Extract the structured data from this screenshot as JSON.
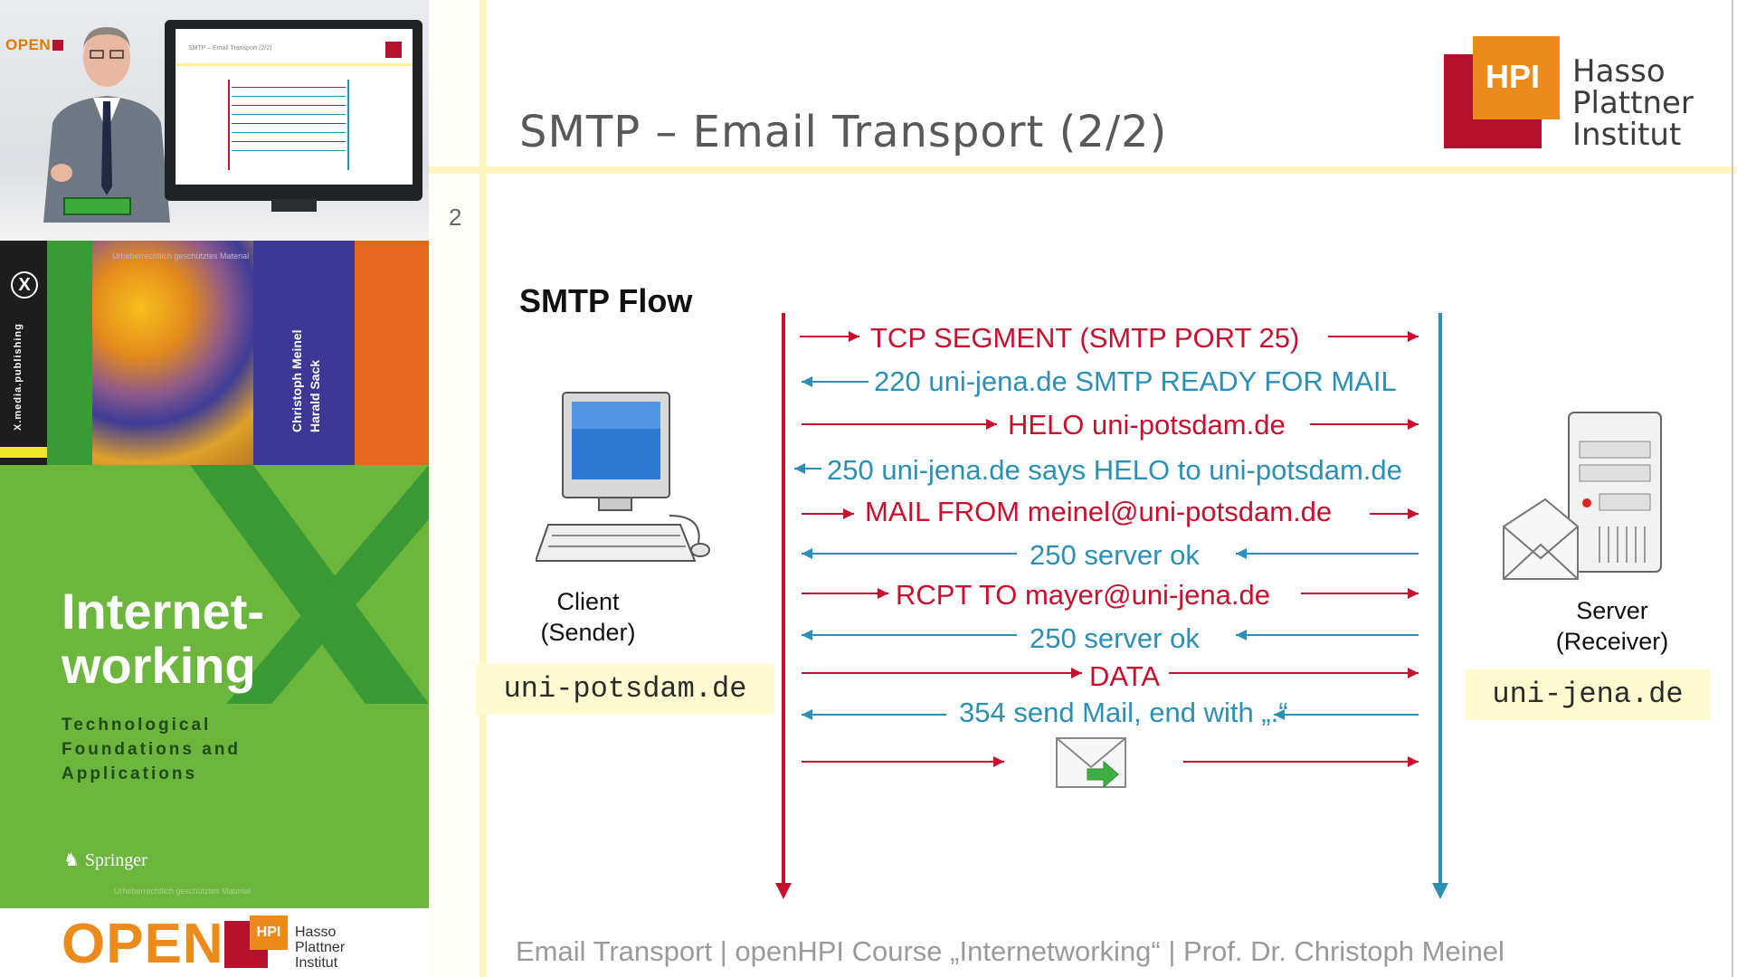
{
  "video": {
    "overlay_logo": "OPEN"
  },
  "book": {
    "top_note": "Urheberrechtlich geschütztes Material",
    "publisher_vertical": "X.media.publishing",
    "authors": [
      "Christoph Meinel",
      "Harald Sack"
    ],
    "title_lines": [
      "Internet-",
      "working"
    ],
    "subtitle_lines": [
      "Technological",
      "Foundations and",
      "Applications"
    ],
    "publisher": "Springer",
    "bottom_note": "Urheberrechtlich geschütztes Material"
  },
  "open_logo": {
    "text": "OPEN",
    "hpi": "HPI",
    "lines": [
      "Hasso",
      "Plattner",
      "Institut"
    ]
  },
  "slide": {
    "number": "2",
    "title": "SMTP – Email Transport  (2/2)",
    "hpi_logo": {
      "mark": "HPI",
      "lines": [
        "Hasso",
        "Plattner",
        "Institut"
      ]
    },
    "flow_title": "SMTP Flow",
    "client": {
      "lines": [
        "Client",
        "(Sender)"
      ],
      "domain": "uni-potsdam.de"
    },
    "server": {
      "lines": [
        "Server",
        "(Receiver)"
      ],
      "domain": "uni-jena.de"
    },
    "messages": [
      {
        "text": "TCP SEGMENT (SMTP PORT 25)",
        "direction": "to-server",
        "color": "#c8102e"
      },
      {
        "text": "220 uni-jena.de  SMTP READY FOR MAIL",
        "direction": "to-client",
        "color": "#2c8fb5"
      },
      {
        "text": "HELO uni-potsdam.de",
        "direction": "to-server",
        "color": "#c8102e"
      },
      {
        "text": "250 uni-jena.de  says HELO to uni-potsdam.de",
        "direction": "to-client",
        "color": "#2c8fb5"
      },
      {
        "text": "MAIL FROM meinel@uni-potsdam.de",
        "direction": "to-server",
        "color": "#c8102e"
      },
      {
        "text": "250 server ok",
        "direction": "to-client",
        "color": "#2c8fb5"
      },
      {
        "text": "RCPT TO mayer@uni-jena.de",
        "direction": "to-server",
        "color": "#c8102e"
      },
      {
        "text": "250 server ok",
        "direction": "to-client",
        "color": "#2c8fb5"
      },
      {
        "text": "DATA",
        "direction": "to-server",
        "color": "#c8102e"
      },
      {
        "text": "354 send Mail, end with „.“",
        "direction": "to-client",
        "color": "#2c8fb5"
      }
    ],
    "footer": "Email Transport  |  openHPI Course „Internetworking“  |  Prof. Dr. Christoph Meinel"
  },
  "colors": {
    "accent_yellow": "#fff6bf",
    "client_red": "#c8102e",
    "server_blue": "#2c8fb5",
    "hpi_red": "#b5122d",
    "hpi_orange": "#ec8b1c",
    "book_green": "#6db63e"
  }
}
